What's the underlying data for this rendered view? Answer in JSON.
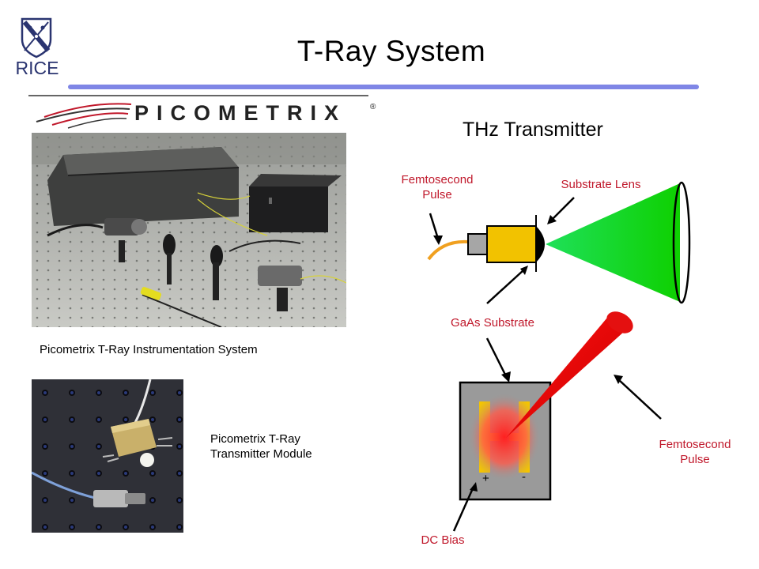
{
  "slide": {
    "title": "T-Ray System"
  },
  "logos": {
    "rice_text": "RICE",
    "picometrix_text": "PICOMETRIX",
    "registered_mark": "®"
  },
  "photos": {
    "system_caption": "Picometrix T-Ray Instrumentation System",
    "module_caption_line1": "Picometrix T-Ray",
    "module_caption_line2": "Transmitter Module"
  },
  "diagram": {
    "heading": "THz Transmitter",
    "femtosecond_pulse_top_line1": "Femtosecond",
    "femtosecond_pulse_top_line2": "Pulse",
    "substrate_lens": "Substrate Lens",
    "gaas_substrate": "GaAs Substrate",
    "femtosecond_pulse_right_line1": "Femtosecond",
    "femtosecond_pulse_right_line2": "Pulse",
    "dc_bias": "DC Bias",
    "plus_sign": "+",
    "minus_sign": "-"
  },
  "colors": {
    "accent_rule": "#7f86e6",
    "label_red": "#c0182b",
    "crystal_yellow": "#f2c200",
    "beam_green": "#22e05a",
    "electrode_yellow": "#f5c400",
    "pulse_red": "#e8141c",
    "fiber_orange": "#f0a020"
  }
}
